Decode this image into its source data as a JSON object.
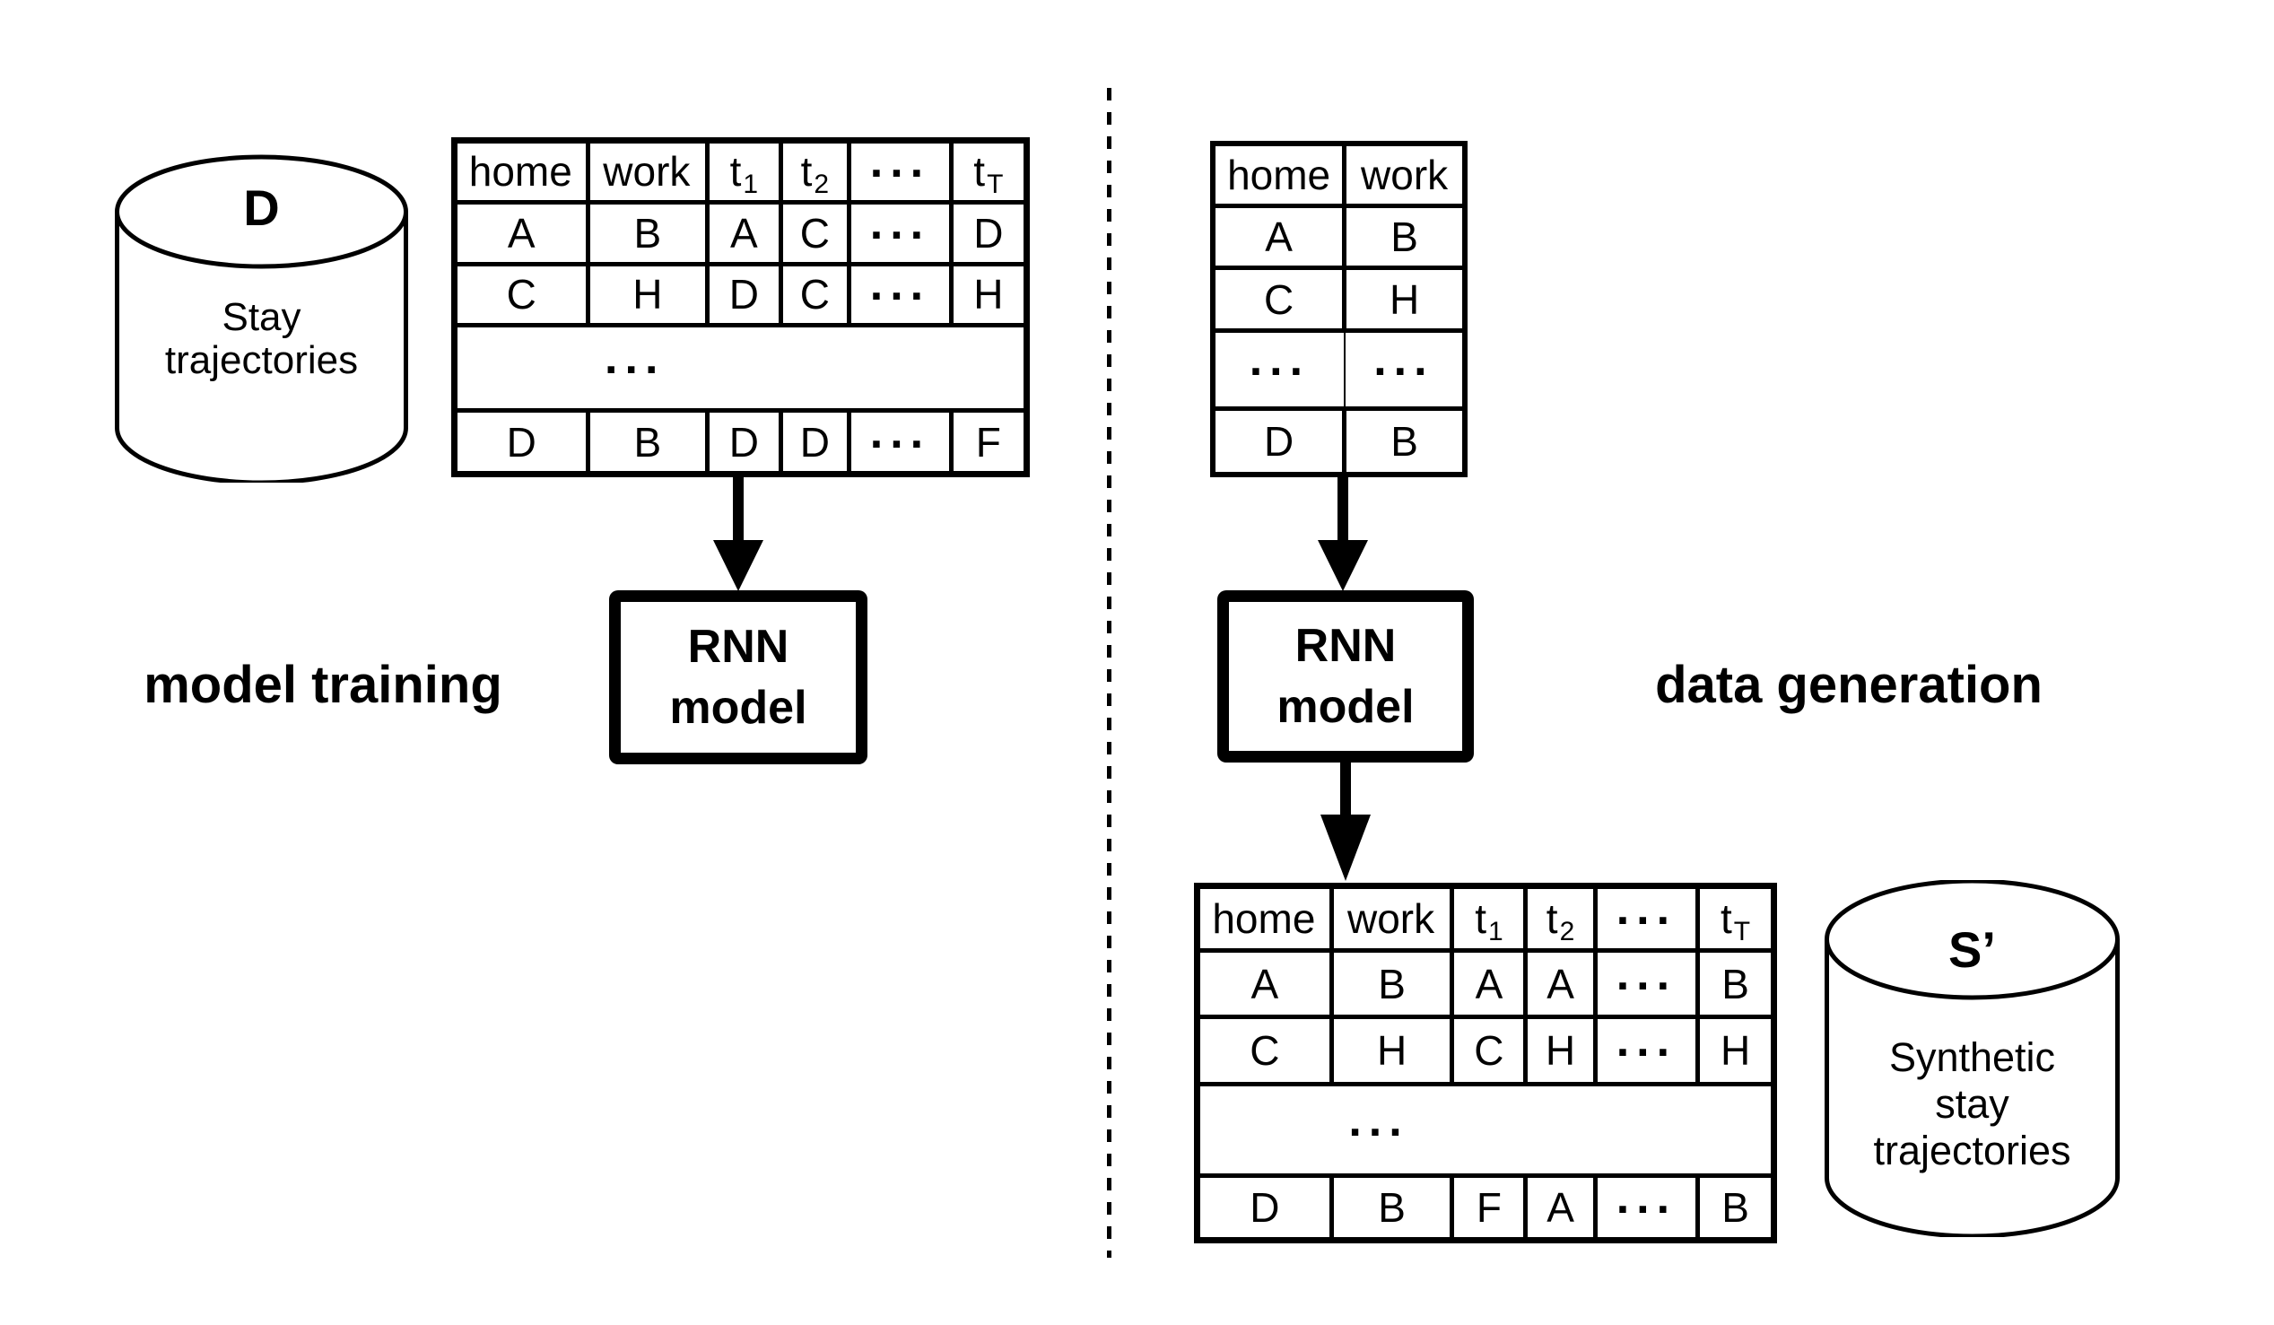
{
  "stage_labels": {
    "left": "model training",
    "right": "data generation"
  },
  "rnn": {
    "line1": "RNN",
    "line2": "model"
  },
  "cylinders": {
    "left": {
      "title": "D",
      "lines": [
        "Stay",
        "trajectories"
      ]
    },
    "right": {
      "title": "S’",
      "lines": [
        "Synthetic",
        "stay",
        "trajectories"
      ]
    }
  },
  "training_table": {
    "headers": [
      {
        "b": "home",
        "s": ""
      },
      {
        "b": "work",
        "s": ""
      },
      {
        "b": "t",
        "s": "1"
      },
      {
        "b": "t",
        "s": "2"
      },
      {
        "b": "...",
        "s": ""
      },
      {
        "b": "t",
        "s": "T"
      }
    ],
    "row1": [
      "A",
      "B",
      "A",
      "C",
      "...",
      "D"
    ],
    "row2": [
      "C",
      "H",
      "D",
      "C",
      "...",
      "H"
    ],
    "dots": "...",
    "row3": [
      "D",
      "B",
      "D",
      "D",
      "...",
      "F"
    ]
  },
  "seed_table": {
    "headers": [
      "home",
      "work"
    ],
    "row1": [
      "A",
      "B"
    ],
    "row2": [
      "C",
      "H"
    ],
    "dots_row": [
      "...",
      "..."
    ],
    "row3": [
      "D",
      "B"
    ]
  },
  "generated_table": {
    "headers": [
      {
        "b": "home",
        "s": ""
      },
      {
        "b": "work",
        "s": ""
      },
      {
        "b": "t",
        "s": "1"
      },
      {
        "b": "t",
        "s": "2"
      },
      {
        "b": "...",
        "s": ""
      },
      {
        "b": "t",
        "s": "T"
      }
    ],
    "row1": [
      "A",
      "B",
      "A",
      "A",
      "...",
      "B"
    ],
    "row2": [
      "C",
      "H",
      "C",
      "H",
      "...",
      "H"
    ],
    "dots": "...",
    "row3": [
      "D",
      "B",
      "F",
      "A",
      "...",
      "B"
    ]
  },
  "colors": {
    "ink": "#000000",
    "background": "#ffffff"
  }
}
